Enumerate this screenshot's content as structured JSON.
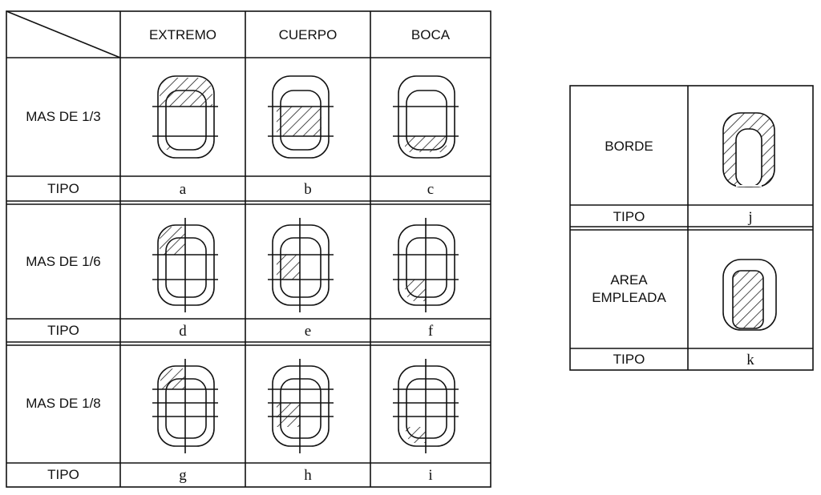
{
  "main_table": {
    "columns": [
      "EXTREMO",
      "CUERPO",
      "BOCA"
    ],
    "rows": [
      {
        "label": "MAS DE 1/3",
        "tipo_label": "TIPO",
        "types": [
          "a",
          "b",
          "c"
        ]
      },
      {
        "label": "MAS DE 1/6",
        "tipo_label": "TIPO",
        "types": [
          "d",
          "e",
          "f"
        ]
      },
      {
        "label": "MAS DE 1/8",
        "tipo_label": "TIPO",
        "types": [
          "g",
          "h",
          "i"
        ]
      }
    ]
  },
  "side_table": {
    "rows": [
      {
        "label": "BORDE",
        "tipo_label": "TIPO",
        "type": "j"
      },
      {
        "label_line1": "AREA",
        "label_line2": "EMPLEADA",
        "tipo_label": "TIPO",
        "type": "k"
      }
    ]
  }
}
